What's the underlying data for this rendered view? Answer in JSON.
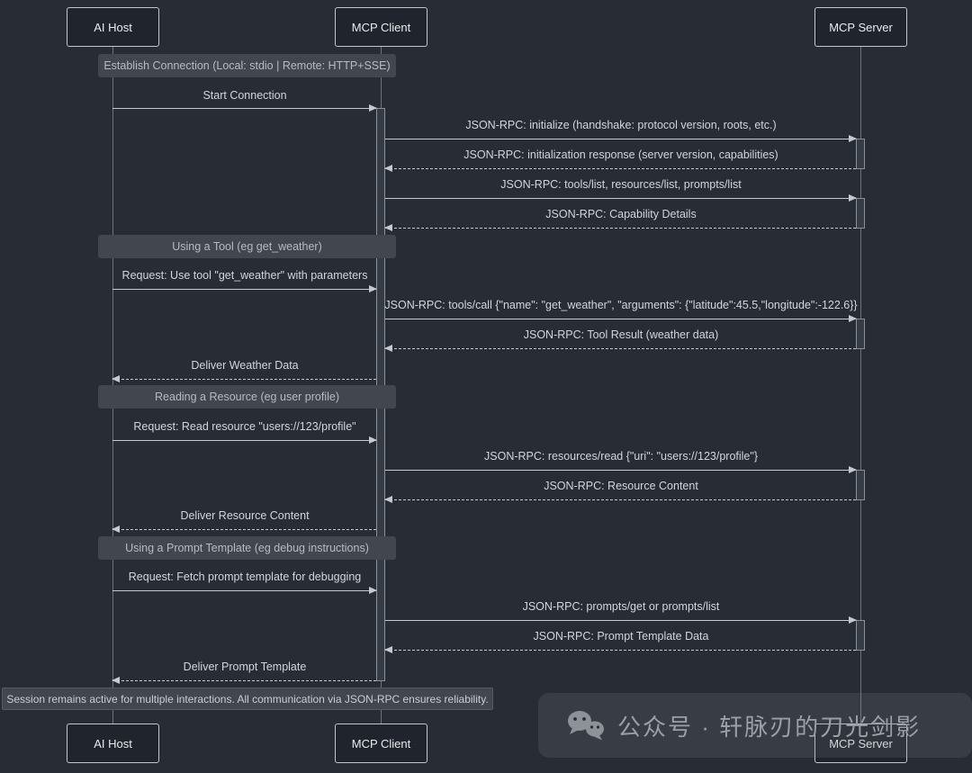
{
  "actors": {
    "host": "AI Host",
    "client": "MCP Client",
    "server": "MCP Server"
  },
  "sections": [
    {
      "label": "Establish Connection (Local: stdio | Remote: HTTP+SSE)"
    },
    {
      "label": "Using a Tool (eg get_weather)"
    },
    {
      "label": "Reading a Resource (eg user profile)"
    },
    {
      "label": "Using a Prompt Template (eg debug instructions)"
    }
  ],
  "messages": [
    {
      "text": "Start Connection"
    },
    {
      "text": "JSON-RPC: initialize (handshake: protocol version, roots, etc.)"
    },
    {
      "text": "JSON-RPC: initialization response (server version, capabilities)"
    },
    {
      "text": "JSON-RPC: tools/list, resources/list, prompts/list"
    },
    {
      "text": "JSON-RPC: Capability Details"
    },
    {
      "text": "Request: Use tool \"get_weather\" with parameters"
    },
    {
      "text": "JSON-RPC: tools/call {\"name\": \"get_weather\", \"arguments\": {\"latitude\":45.5,\"longitude\":-122.6}}"
    },
    {
      "text": "JSON-RPC: Tool Result (weather data)"
    },
    {
      "text": "Deliver Weather Data"
    },
    {
      "text": "Request: Read resource \"users://123/profile\""
    },
    {
      "text": "JSON-RPC: resources/read {\"uri\": \"users://123/profile\"}"
    },
    {
      "text": "JSON-RPC: Resource Content"
    },
    {
      "text": "Deliver Resource Content"
    },
    {
      "text": "Request: Fetch prompt template for debugging"
    },
    {
      "text": "JSON-RPC: prompts/get or prompts/list"
    },
    {
      "text": "JSON-RPC: Prompt Template Data"
    },
    {
      "text": "Deliver Prompt Template"
    }
  ],
  "note": {
    "text": "Session remains active for multiple interactions. All communication via JSON-RPC ensures reliability."
  },
  "watermark": {
    "text": "公众号 · 轩脉刃的刀光剑影",
    "icon": "wechat-icon"
  },
  "colors": {
    "background": "#272c35",
    "line": "#c6cad0",
    "section_bar": "#42474f",
    "actor_border": "#c3c7cd"
  }
}
